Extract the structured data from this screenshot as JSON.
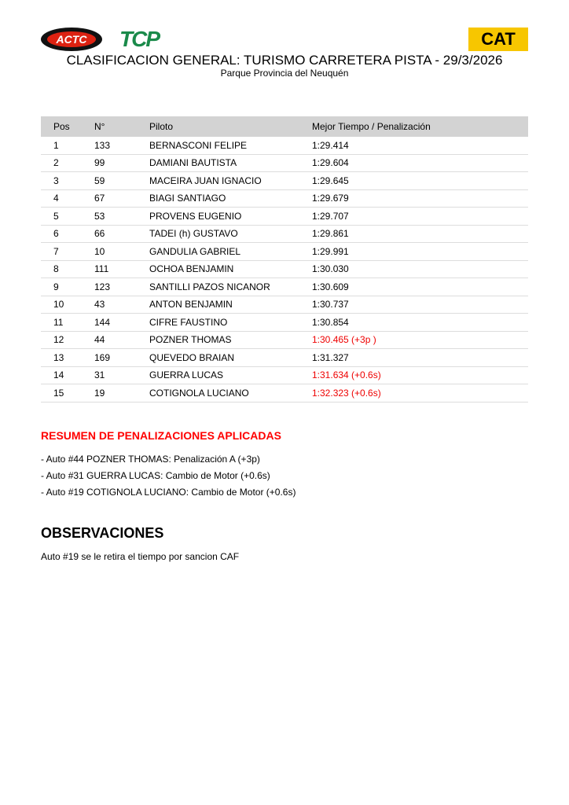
{
  "logos": {
    "left1": "ACTC",
    "left2": "TCP",
    "right": "CAT"
  },
  "header": {
    "title": "CLASIFICACION GENERAL: TURISMO CARRETERA PISTA - 29/3/2026",
    "subtitle": "Parque Provincia del Neuquén"
  },
  "table": {
    "headers": [
      "Pos",
      "N°",
      "Piloto",
      "Mejor Tiempo / Penalización"
    ],
    "rows": [
      {
        "pos": "1",
        "num": "133",
        "piloto": "BERNASCONI FELIPE",
        "tiempo": "1:29.414",
        "penalized": false
      },
      {
        "pos": "2",
        "num": "99",
        "piloto": "DAMIANI BAUTISTA",
        "tiempo": "1:29.604",
        "penalized": false
      },
      {
        "pos": "3",
        "num": "59",
        "piloto": "MACEIRA JUAN IGNACIO",
        "tiempo": "1:29.645",
        "penalized": false
      },
      {
        "pos": "4",
        "num": "67",
        "piloto": "BIAGI SANTIAGO",
        "tiempo": "1:29.679",
        "penalized": false
      },
      {
        "pos": "5",
        "num": "53",
        "piloto": "PROVENS EUGENIO",
        "tiempo": "1:29.707",
        "penalized": false
      },
      {
        "pos": "6",
        "num": "66",
        "piloto": "TADEI (h) GUSTAVO",
        "tiempo": "1:29.861",
        "penalized": false
      },
      {
        "pos": "7",
        "num": "10",
        "piloto": "GANDULIA GABRIEL",
        "tiempo": "1:29.991",
        "penalized": false
      },
      {
        "pos": "8",
        "num": "111",
        "piloto": "OCHOA BENJAMIN",
        "tiempo": "1:30.030",
        "penalized": false
      },
      {
        "pos": "9",
        "num": "123",
        "piloto": "SANTILLI PAZOS NICANOR",
        "tiempo": "1:30.609",
        "penalized": false
      },
      {
        "pos": "10",
        "num": "43",
        "piloto": "ANTON BENJAMIN",
        "tiempo": "1:30.737",
        "penalized": false
      },
      {
        "pos": "11",
        "num": "144",
        "piloto": "CIFRE FAUSTINO",
        "tiempo": "1:30.854",
        "penalized": false
      },
      {
        "pos": "12",
        "num": "44",
        "piloto": "POZNER THOMAS",
        "tiempo": "1:30.465 (+3p )",
        "penalized": true
      },
      {
        "pos": "13",
        "num": "169",
        "piloto": "QUEVEDO BRAIAN",
        "tiempo": "1:31.327",
        "penalized": false
      },
      {
        "pos": "14",
        "num": "31",
        "piloto": "GUERRA LUCAS",
        "tiempo": "1:31.634 (+0.6s)",
        "penalized": true
      },
      {
        "pos": "15",
        "num": "19",
        "piloto": "COTIGNOLA LUCIANO",
        "tiempo": "1:32.323 (+0.6s)",
        "penalized": true
      }
    ]
  },
  "penalties": {
    "title": "RESUMEN DE PENALIZACIONES APLICADAS",
    "items": [
      "- Auto #44 POZNER THOMAS: Penalización A (+3p)",
      "- Auto #31 GUERRA LUCAS: Cambio de Motor (+0.6s)",
      "- Auto #19 COTIGNOLA LUCIANO: Cambio de Motor (+0.6s)"
    ]
  },
  "observations": {
    "title": "OBSERVACIONES",
    "text": "Auto #19 se le retira el tiempo por sancion CAF"
  },
  "colors": {
    "penalty": "#ee0000",
    "header_bg": "#d3d3d3",
    "cat": "#f7c600"
  }
}
